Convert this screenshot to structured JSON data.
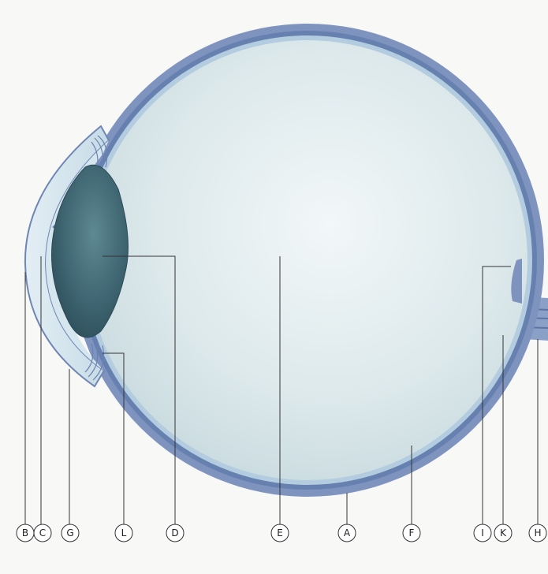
{
  "diagram": {
    "colors": {
      "background": "#f8f8f7",
      "vitreous": "#dbe7e9",
      "vitreous_center": "#f1f6f7",
      "sclera": "#7f93bf",
      "choroid": "#5f79aa",
      "retina": "#b9cee2",
      "lens": "#3f6672",
      "leader": "#333333"
    },
    "labels": [
      {
        "id": "B",
        "text": "B"
      },
      {
        "id": "C",
        "text": "C"
      },
      {
        "id": "G",
        "text": "G"
      },
      {
        "id": "L",
        "text": "L"
      },
      {
        "id": "D",
        "text": "D"
      },
      {
        "id": "E",
        "text": "E"
      },
      {
        "id": "A",
        "text": "A"
      },
      {
        "id": "F",
        "text": "F"
      },
      {
        "id": "I",
        "text": "I"
      },
      {
        "id": "K",
        "text": "K"
      },
      {
        "id": "H",
        "text": "H"
      }
    ]
  }
}
